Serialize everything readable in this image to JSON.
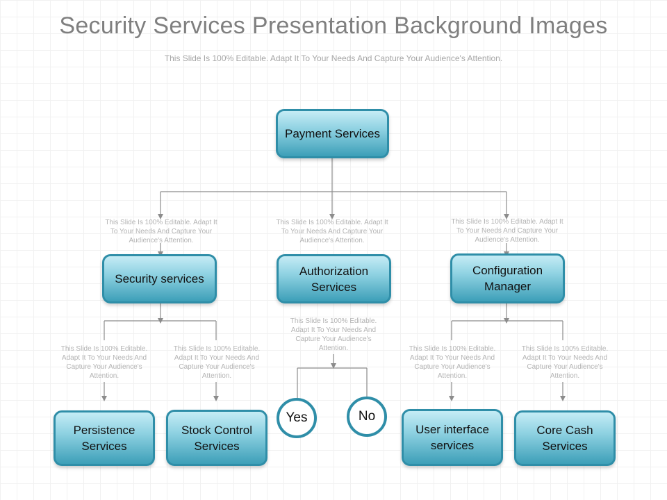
{
  "title": "Security Services Presentation Background Images",
  "subtitle": "This Slide Is 100% Editable. Adapt It To Your Needs And Capture Your Audience's Attention.",
  "nodes": {
    "payment": "Payment Services",
    "security": "Security services",
    "authorization": "Authorization Services",
    "configuration": "Configuration Manager",
    "persistence": "Persistence Services",
    "stock_control": "Stock Control Services",
    "user_interface": "User interface services",
    "core_cash": "Core Cash Services"
  },
  "decisions": {
    "yes": "Yes",
    "no": "No"
  },
  "notes": {
    "security": "This Slide Is 100% Editable. Adapt It To Your Needs And Capture Your Audience's Attention.",
    "authorization": "This Slide Is 100% Editable. Adapt It To Your Needs And Capture Your Audience's Attention.",
    "configuration": "This Slide Is 100% Editable. Adapt It To Your Needs And Capture Your Audience's Attention.",
    "decision": "This Slide Is 100% Editable. Adapt It To Your Needs And Capture Your Audience's Attention.",
    "persistence": "This Slide Is 100% Editable. Adapt It To Your Needs And Capture Your Audience's Attention.",
    "stock_control": "This Slide Is 100% Editable. Adapt It To Your Needs And Capture Your Audience's Attention.",
    "user_interface": "This Slide Is 100% Editable. Adapt It To Your Needs And Capture Your Audience's Attention.",
    "core_cash": "This Slide Is 100% Editable. Adapt It To Your Needs And Capture Your Audience's Attention."
  },
  "colors": {
    "node_border": "#2f8ea8",
    "connector": "#8c8c8c"
  }
}
